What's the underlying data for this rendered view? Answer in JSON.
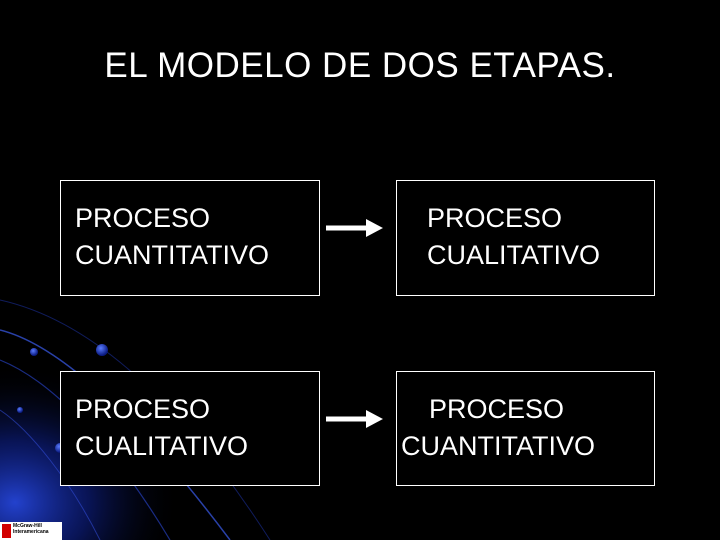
{
  "slide": {
    "title": "EL MODELO DE DOS ETAPAS."
  },
  "rows": [
    {
      "left": {
        "line1": "PROCESO",
        "line2": "CUANTITATIVO"
      },
      "right": {
        "line1": "PROCESO",
        "line2": "CUALITATIVO"
      }
    },
    {
      "left": {
        "line1": "PROCESO",
        "line2": "CUALITATIVO"
      },
      "right": {
        "line1": "PROCESO",
        "line2": "CUANTITATIVO"
      }
    }
  ],
  "logo": {
    "line1": "McGraw-Hill",
    "line2": "Interamericana"
  },
  "colors": {
    "background": "#000000",
    "text": "#ffffff",
    "accent_glow": "#1a3cc8",
    "logo_mark": "#d20000"
  },
  "icons": {
    "arrow": "right-arrow-icon"
  }
}
